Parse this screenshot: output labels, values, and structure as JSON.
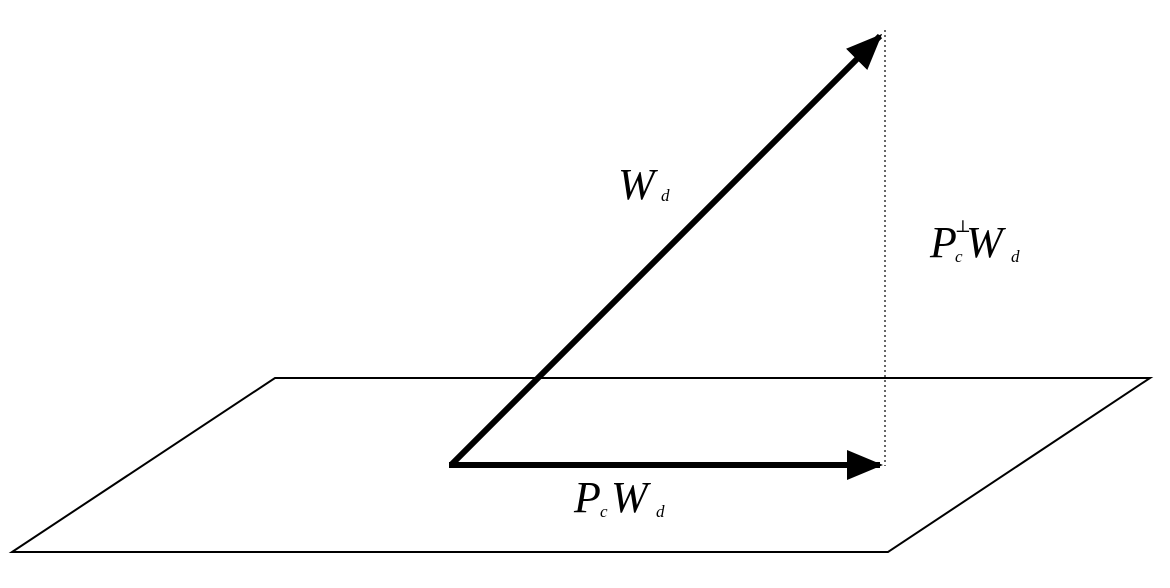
{
  "colors": {
    "stroke": "#000000",
    "background": "#ffffff"
  },
  "labels": {
    "w_d": {
      "main": "W",
      "sub": "d"
    },
    "p_c_w_d": {
      "p": "P",
      "p_sub": "c",
      "w": "W",
      "w_sub": "d"
    },
    "p_c_perp_w_d": {
      "p": "P",
      "p_sub": "c",
      "p_sup": "⊥",
      "w": "W",
      "w_sub": "d"
    }
  }
}
